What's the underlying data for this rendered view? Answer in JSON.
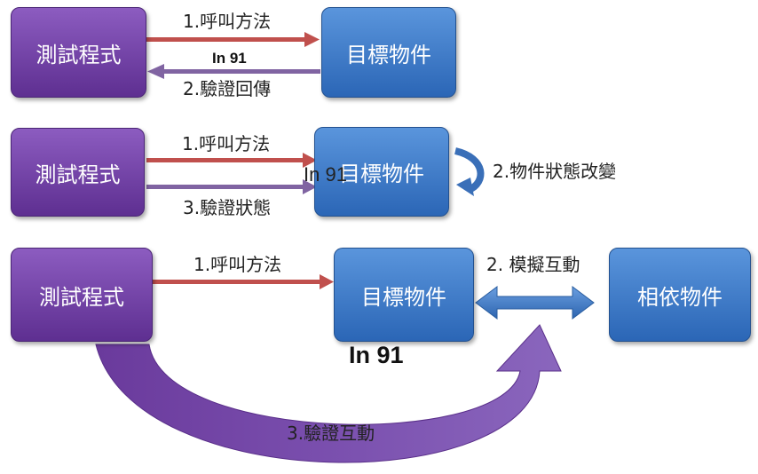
{
  "row1": {
    "source_box": "測試程式",
    "target_box": "目標物件",
    "arrow_call": "1.呼叫方法",
    "arrow_verify": "2.驗證回傳",
    "watermark": "In 91"
  },
  "row2": {
    "source_box": "測試程式",
    "target_box": "目標物件",
    "arrow_call": "1.呼叫方法",
    "state_change": "2.物件狀態改變",
    "arrow_verify": "3.驗證狀態",
    "watermark": "In 91"
  },
  "row3": {
    "source_box": "測試程式",
    "target_box": "目標物件",
    "dependency_box": "相依物件",
    "arrow_call": "1.呼叫方法",
    "simulate": "2. 模擬互動",
    "verify_interaction": "3.驗證互動",
    "watermark": "In 91"
  },
  "colors": {
    "purple_box": "#6f3fa3",
    "blue_box": "#3a78c9",
    "call_arrow": "#c0504d",
    "verify_arrow": "#8064a2"
  }
}
